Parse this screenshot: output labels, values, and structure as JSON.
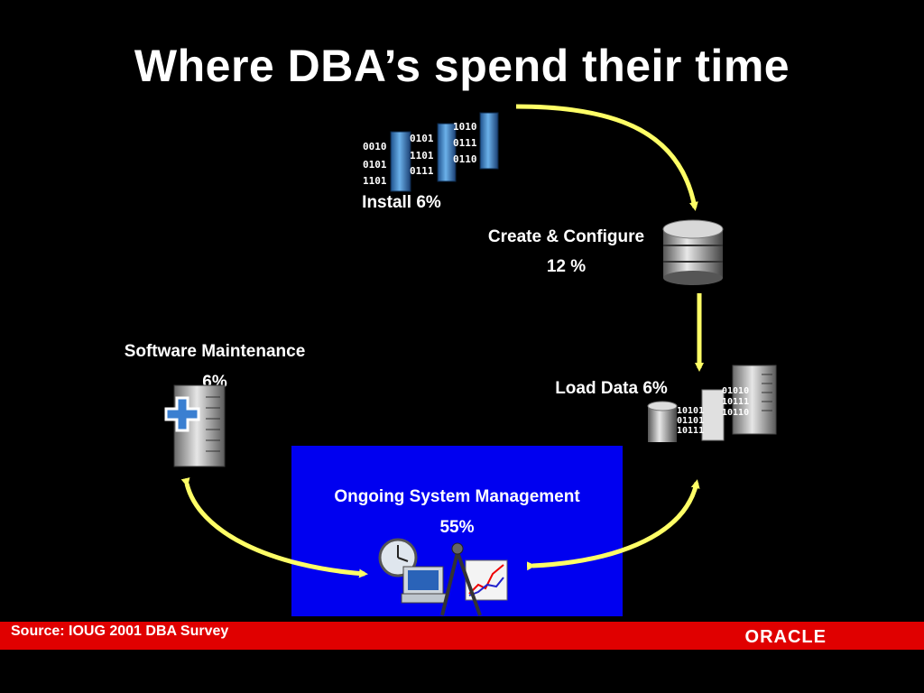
{
  "title": "Where DBA’s spend their time",
  "steps": {
    "install": "Install 6%",
    "create_configure_line1": "Create & Configure",
    "create_configure_line2": "12 %",
    "load_data": "Load Data 6%",
    "software_maintenance_line1": "Software Maintenance",
    "software_maintenance_line2": "6%",
    "ongoing_line1": "Ongoing System Management",
    "ongoing_line2": "55%"
  },
  "binary_text": {
    "col1": [
      "0010",
      "0101",
      "1101"
    ],
    "col2": [
      "0101",
      "1101",
      "0111"
    ],
    "col3": [
      "1010",
      "0111",
      "0110"
    ],
    "load1": [
      "10101",
      "01101",
      "10111"
    ],
    "load2": [
      "01010",
      "10111",
      "10110"
    ]
  },
  "footer": {
    "source": "Source: IOUG 2001 DBA Survey",
    "logo_text": "ORACLE"
  },
  "colors": {
    "background": "#000000",
    "arrow": "#ffff66",
    "panel": "#0000f0",
    "footer": "#e00000"
  }
}
